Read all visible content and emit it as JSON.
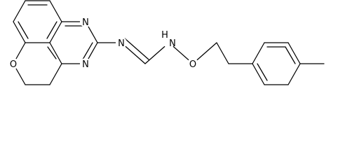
{
  "molecule": {
    "atoms": {
      "n_pyrimidine_upper": "N",
      "n_pyrimidine_lower": "N",
      "o_chromene": "O",
      "n_imine": "N",
      "nh_amidine": "H",
      "nh_n": "N",
      "o_oxime": "O"
    }
  },
  "colors": {
    "bond": "#000000",
    "text": "#000000",
    "background": "#ffffff"
  }
}
